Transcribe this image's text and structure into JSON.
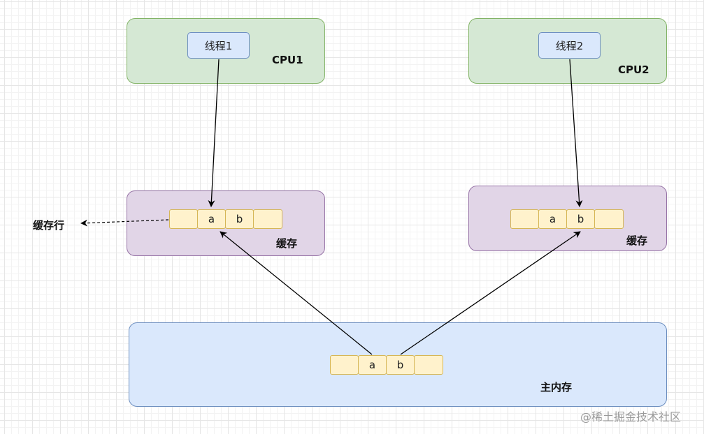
{
  "cpu1": {
    "label": "CPU1",
    "thread": "线程1"
  },
  "cpu2": {
    "label": "CPU2",
    "thread": "线程2"
  },
  "cache1": {
    "label": "缓存",
    "cells": [
      "",
      "a",
      "b",
      ""
    ]
  },
  "cache2": {
    "label": "缓存",
    "cells": [
      "",
      "a",
      "b",
      ""
    ]
  },
  "memory": {
    "label": "主内存",
    "cells": [
      "",
      "a",
      "b",
      ""
    ]
  },
  "cache_line_label": "缓存行",
  "watermark": "@稀土掘金技术社区",
  "colors": {
    "cpu_fill": "#d5e8d4",
    "cpu_border": "#82b366",
    "cache_fill": "#e1d5e7",
    "cache_border": "#9673a6",
    "memory_fill": "#dae8fc",
    "memory_border": "#6c8ebf",
    "cell_fill": "#fff2cc",
    "cell_border": "#d6b656"
  }
}
